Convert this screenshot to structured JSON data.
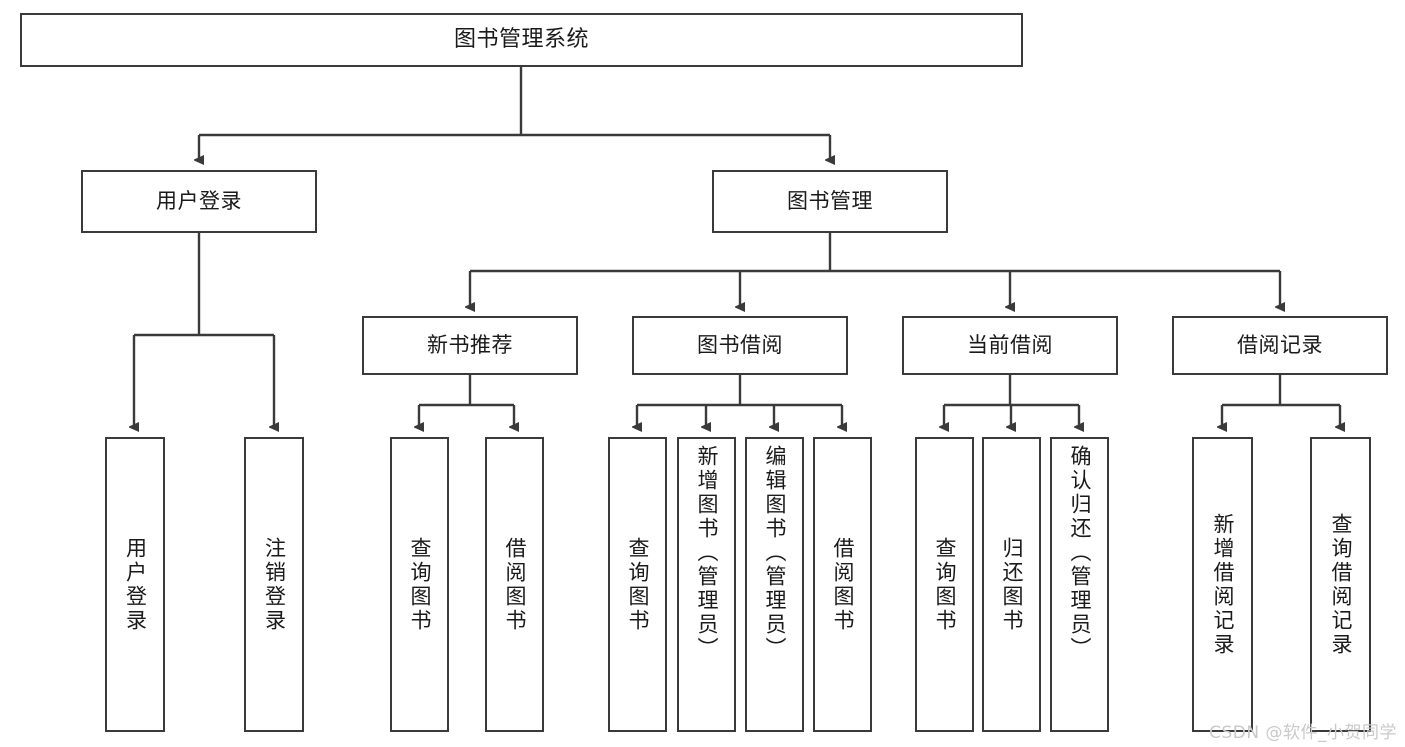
{
  "diagram": {
    "title": "图书管理系统",
    "watermark": "CSDN @软件_小贺同学",
    "line_color": "#3a3a3a",
    "box_fill": "#ffffff",
    "text_color": "#1a1a1a",
    "watermark_color": "#c9c9c9",
    "root": {
      "label": "图书管理系统"
    },
    "level2": [
      {
        "label": "用户登录"
      },
      {
        "label": "图书管理"
      }
    ],
    "level3": [
      {
        "label": "新书推荐"
      },
      {
        "label": "图书借阅"
      },
      {
        "label": "当前借阅"
      },
      {
        "label": "借阅记录"
      }
    ],
    "leaves": {
      "user_login": [
        {
          "label": "用户登录"
        },
        {
          "label": "注销登录"
        }
      ],
      "new_book_recommend": [
        {
          "label": "查询图书"
        },
        {
          "label": "借阅图书"
        }
      ],
      "book_borrow": [
        {
          "label": "查询图书"
        },
        {
          "label": "新增图书（管理员）"
        },
        {
          "label": "编辑图书（管理员）"
        },
        {
          "label": "借阅图书"
        }
      ],
      "current_borrow": [
        {
          "label": "查询图书"
        },
        {
          "label": "归还图书"
        },
        {
          "label": "确认归还（管理员）"
        }
      ],
      "borrow_record": [
        {
          "label": "新增借阅记录"
        },
        {
          "label": "查询借阅记录"
        }
      ]
    }
  }
}
